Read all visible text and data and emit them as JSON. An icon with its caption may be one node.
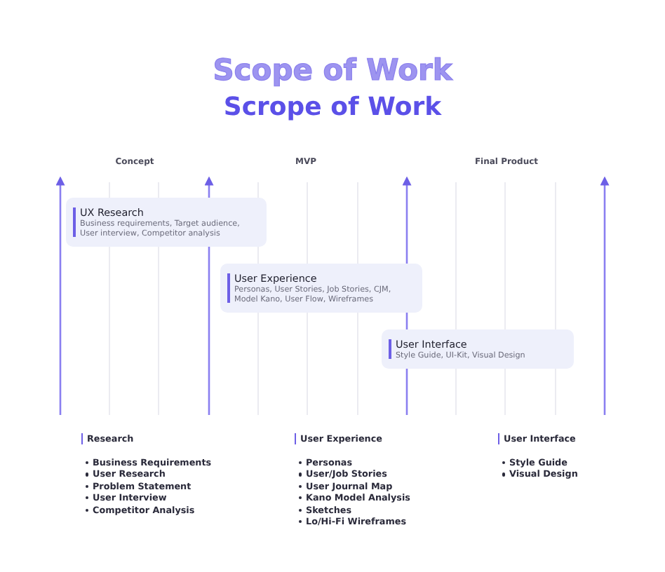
{
  "diagram": {
    "title": "Scrope of Work",
    "nodes": [
      {
        "text": [
          "UX Research",
          "Business requirements, Target audience, User interview, Competitor analysis"
        ]
      },
      {
        "text": [
          "User Experience",
          "Personas, User Stories, Job Stories, CJM, Model Kano, User Flow, Wireframes"
        ]
      },
      {
        "text": [
          "User Interface",
          "Style Guide, UI-Kit, Visual Design"
        ]
      }
    ],
    "labels": [
      "Scope of Work",
      "Concept",
      "MVP",
      "Final Product",
      "Research",
      "Business Requirements",
      "User Research",
      "Problem Statement",
      "User Interview",
      "Competitor Analysis",
      "User Experience",
      "Personas",
      "User/Job Stories",
      "User Journal Map",
      "Kano Model Analysis",
      "Sketches",
      "Lo/Hi-Fi Wireframes",
      "User Interface",
      "Style Guide",
      "Visual Design"
    ]
  }
}
